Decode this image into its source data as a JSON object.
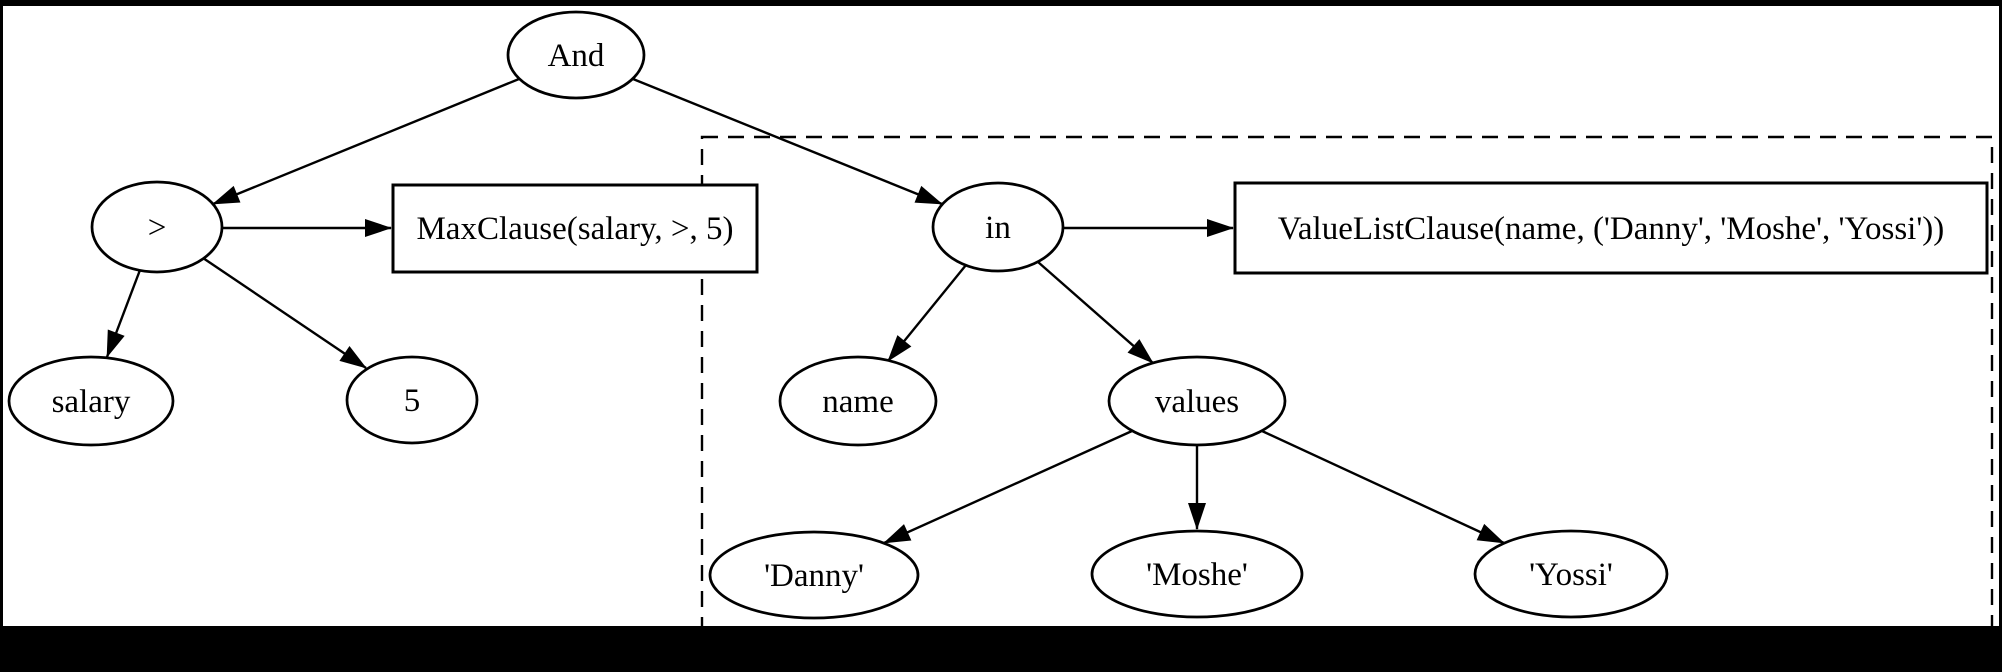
{
  "diagram": {
    "kind": "expression-tree",
    "colors": {
      "background": "#ffffff",
      "stroke": "#000000",
      "frame": "#000000"
    }
  },
  "nodes": {
    "and": {
      "label": "And"
    },
    "gt": {
      "label": ">"
    },
    "in": {
      "label": "in"
    },
    "salary": {
      "label": "salary"
    },
    "five": {
      "label": "5"
    },
    "name": {
      "label": "name"
    },
    "values": {
      "label": "values"
    },
    "danny": {
      "label": "'Danny'"
    },
    "moshe": {
      "label": "'Moshe'"
    },
    "yossi": {
      "label": "'Yossi'"
    }
  },
  "clauses": {
    "max": {
      "label": "MaxClause(salary, >, 5)"
    },
    "value_list": {
      "label": "ValueListClause(name, ('Danny', 'Moshe', 'Yossi'))"
    }
  }
}
